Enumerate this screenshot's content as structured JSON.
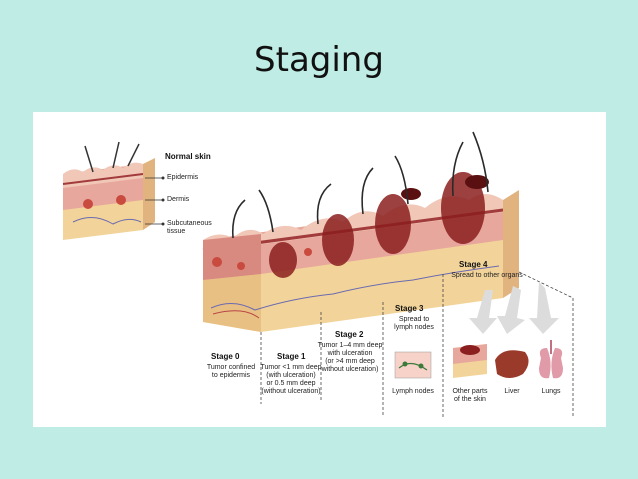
{
  "slide": {
    "title": "Staging"
  },
  "normal_skin": {
    "title": "Normal skin",
    "layers": [
      "Epidermis",
      "Dermis",
      "Subcutaneous\ntissue"
    ]
  },
  "stages": [
    {
      "title": "Stage 0",
      "desc": "Tumor confined\nto epidermis"
    },
    {
      "title": "Stage 1",
      "desc": "Tumor <1 mm deep\n(with ulceration)\nor 0.5 mm deep\n(without ulceration)"
    },
    {
      "title": "Stage 2",
      "desc": "Tumor 1–4 mm deep\nwith ulceration\n(or >4 mm deep\nwithout ulceration)"
    },
    {
      "title": "Stage 3",
      "desc": "Spread to\nlymph nodes"
    },
    {
      "title": "Stage 4",
      "desc": "Spread to other organs"
    }
  ],
  "stage3_item": "Lymph nodes",
  "stage4_items": [
    "Other parts\nof the skin",
    "Liver",
    "Lungs"
  ],
  "colors": {
    "background": "#bfece4",
    "epidermis": "#f1c7b8",
    "dermis": "#e8a79c",
    "fat": "#f2d49a",
    "tumor": "#8b1f1f"
  }
}
